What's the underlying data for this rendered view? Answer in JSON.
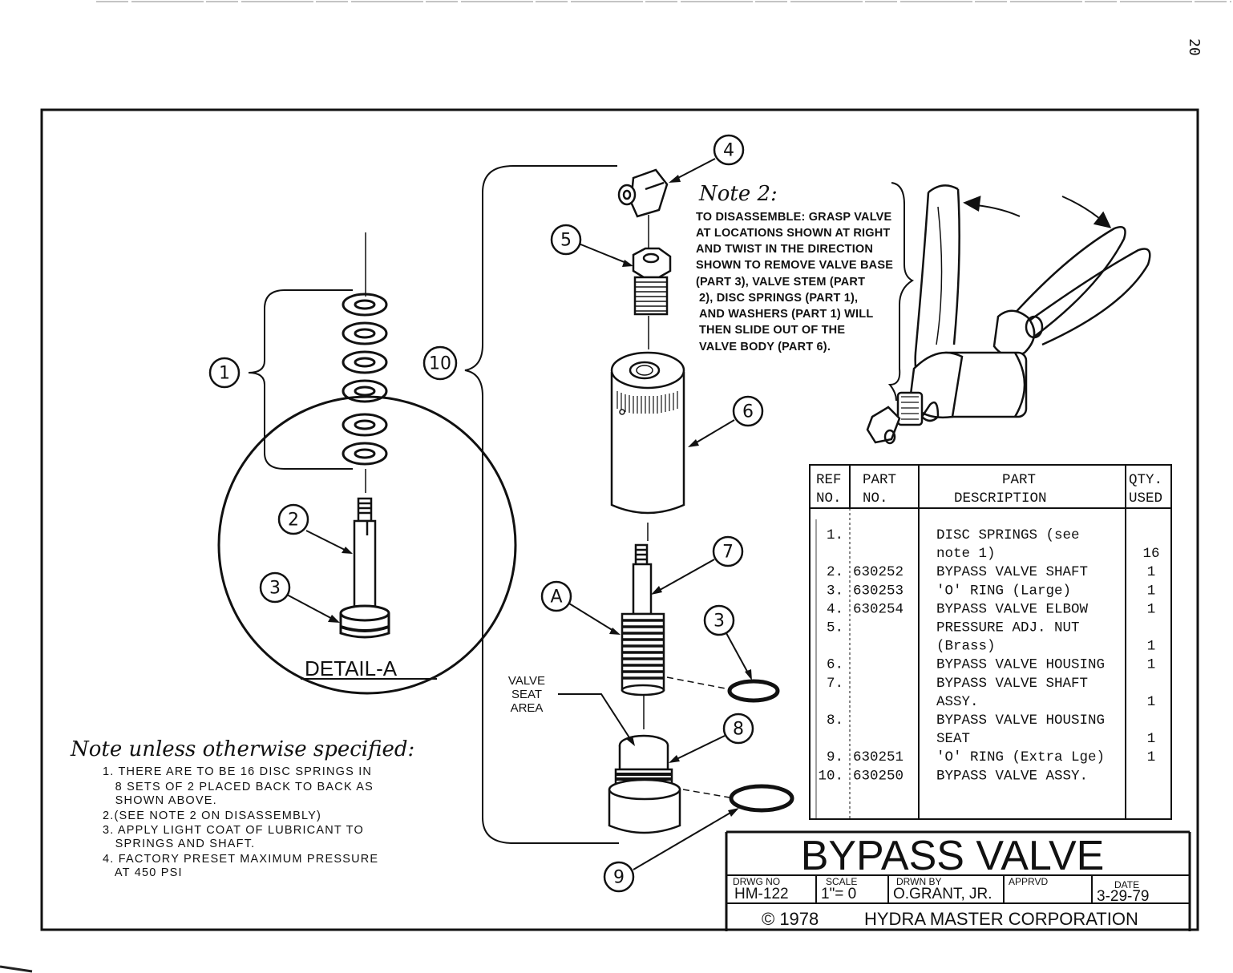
{
  "page_number": "20",
  "callouts": [
    "1",
    "2",
    "3",
    "3",
    "4",
    "5",
    "6",
    "7",
    "8",
    "9",
    "10",
    "A"
  ],
  "detail_label": "DETAIL-A",
  "valve_seat_label": [
    "VALVE",
    "SEAT",
    "AREA"
  ],
  "note2": {
    "title": "Note 2:",
    "lines": [
      "TO DISASSEMBLE: GRASP VALVE",
      "AT LOCATIONS SHOWN AT RIGHT",
      "AND TWIST IN THE DIRECTION",
      "SHOWN TO REMOVE VALVE BASE",
      "(PART 3), VALVE STEM (PART",
      "2), DISC SPRINGS (PART 1),",
      "AND WASHERS (PART 1) WILL",
      "THEN SLIDE OUT OF THE",
      "VALVE BODY (PART 6)."
    ]
  },
  "notes": {
    "title": "Note unless otherwise specified:",
    "lines": [
      "1. THERE ARE TO BE 16 DISC SPRINGS IN",
      "   8 SETS OF 2 PLACED BACK TO BACK AS",
      "   SHOWN ABOVE.",
      "2.(SEE NOTE 2 ON DISASSEMBLY)",
      "3. APPLY LIGHT COAT OF LUBRICANT TO",
      "   SPRINGS AND SHAFT.",
      "4. FACTORY PRESET MAXIMUM PRESSURE",
      "   AT 450 PSI"
    ]
  },
  "parts_table": {
    "headers": {
      "ref": [
        "REF",
        "NO."
      ],
      "part_no": [
        "PART",
        "NO."
      ],
      "desc": [
        "PART",
        "DESCRIPTION"
      ],
      "qty": [
        "QTY.",
        "USED"
      ]
    },
    "lines": [
      {
        "ref": "1.",
        "part": "",
        "desc": "DISC SPRINGS (see",
        "qty": ""
      },
      {
        "ref": "",
        "part": "",
        "desc": " note 1)",
        "qty": "16"
      },
      {
        "ref": "2.",
        "part": "630252",
        "desc": "BYPASS VALVE SHAFT",
        "qty": "1"
      },
      {
        "ref": "3.",
        "part": "630253",
        "desc": "'O' RING (Large)",
        "qty": "1"
      },
      {
        "ref": "4.",
        "part": "630254",
        "desc": "BYPASS VALVE ELBOW",
        "qty": "1"
      },
      {
        "ref": "5.",
        "part": "",
        "desc": "PRESSURE ADJ. NUT",
        "qty": ""
      },
      {
        "ref": "",
        "part": "",
        "desc": "  (Brass)",
        "qty": "1"
      },
      {
        "ref": "6.",
        "part": "",
        "desc": "BYPASS VALVE HOUSING",
        "qty": "1"
      },
      {
        "ref": "7.",
        "part": "",
        "desc": "BYPASS VALVE SHAFT",
        "qty": ""
      },
      {
        "ref": "",
        "part": "",
        "desc": "  ASSY.",
        "qty": "1"
      },
      {
        "ref": "8.",
        "part": "",
        "desc": "BYPASS VALVE HOUSING",
        "qty": ""
      },
      {
        "ref": "",
        "part": "",
        "desc": "  SEAT",
        "qty": "1"
      },
      {
        "ref": "9.",
        "part": "630251",
        "desc": "'O' RING (Extra Lge)",
        "qty": "1"
      },
      {
        "ref": "10.",
        "part": "630250",
        "desc": "BYPASS VALVE ASSY.",
        "qty": ""
      }
    ]
  },
  "title_block": {
    "title": "BYPASS VALVE",
    "drwg_no_label": "DRWG NO",
    "drwg_no": "HM-122",
    "scale_label": "SCALE",
    "scale": "1\"= 0",
    "drwn_by_label": "DRWN BY",
    "drwn_by": "O.GRANT, JR.",
    "apprvd_label": "APPRVD",
    "date_label": "DATE",
    "date": "3-29-79",
    "copyright": "© 1978",
    "company": "HYDRA MASTER CORPORATION"
  }
}
